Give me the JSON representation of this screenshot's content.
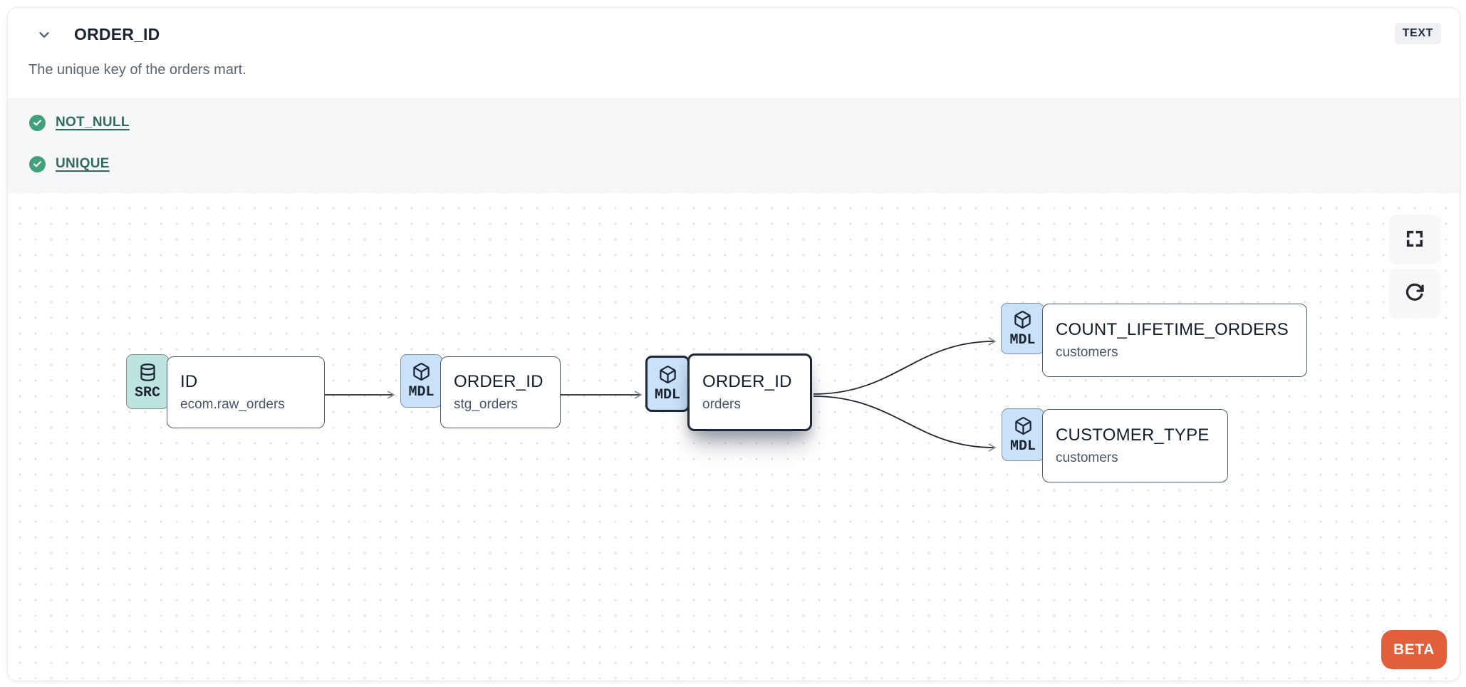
{
  "header": {
    "title": "ORDER_ID",
    "type_badge": "TEXT",
    "description": "The unique key of the orders mart."
  },
  "tests": {
    "items": [
      {
        "label": "NOT_NULL",
        "status": "pass"
      },
      {
        "label": "UNIQUE",
        "status": "pass"
      }
    ]
  },
  "lineage": {
    "nodes": [
      {
        "badge": "SRC",
        "icon": "database-icon",
        "title": "ID",
        "subtitle": "ecom.raw_orders",
        "selected": false
      },
      {
        "badge": "MDL",
        "icon": "cube-icon",
        "title": "ORDER_ID",
        "subtitle": "stg_orders",
        "selected": false
      },
      {
        "badge": "MDL",
        "icon": "cube-icon",
        "title": "ORDER_ID",
        "subtitle": "orders",
        "selected": true
      },
      {
        "badge": "MDL",
        "icon": "cube-icon",
        "title": "COUNT_LIFETIME_ORDERS",
        "subtitle": "customers",
        "selected": false
      },
      {
        "badge": "MDL",
        "icon": "cube-icon",
        "title": "CUSTOMER_TYPE",
        "subtitle": "customers",
        "selected": false
      }
    ],
    "edges": [
      {
        "from": "ID (ecom.raw_orders)",
        "to": "ORDER_ID (stg_orders)"
      },
      {
        "from": "ORDER_ID (stg_orders)",
        "to": "ORDER_ID (orders)"
      },
      {
        "from": "ORDER_ID (orders)",
        "to": "COUNT_LIFETIME_ORDERS (customers)"
      },
      {
        "from": "ORDER_ID (orders)",
        "to": "CUSTOMER_TYPE (customers)"
      }
    ],
    "beta_label": "BETA"
  },
  "colors": {
    "accent_orange": "#e25f3b",
    "test_green": "#42a17d",
    "link_teal": "#2f6b5f",
    "badge_src_bg": "#bde4de",
    "badge_mdl_bg": "#c9e2f8",
    "selected_border": "#1d2736",
    "type_badge_bg": "#eef0f3"
  }
}
